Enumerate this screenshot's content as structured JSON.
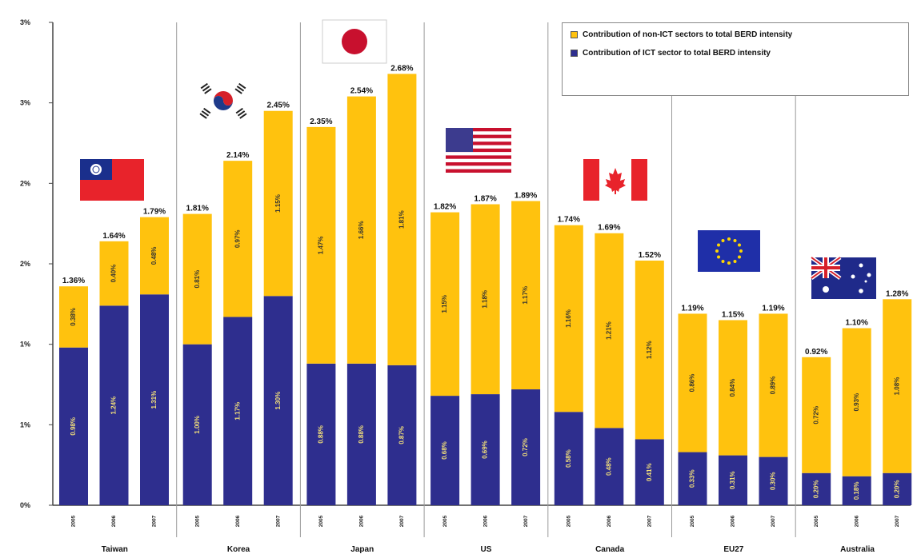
{
  "colors": {
    "ict": "#2E2E8E",
    "non_ict": "#FFC20E",
    "segment_label": "#F5E27A",
    "axis": "#444444",
    "divider": "#999999"
  },
  "chart_data": {
    "type": "bar",
    "stacked": true,
    "title": "",
    "xlabel": "",
    "ylabel": "",
    "ylim": [
      0,
      3
    ],
    "y_tick_labels": [
      "0%",
      "1%",
      "1%",
      "2%",
      "2%",
      "3%",
      "3%"
    ],
    "legend": {
      "position": "top-right",
      "entries": [
        {
          "key": "non_ict",
          "label": "Contribution of non-ICT sectors to total BERD intensity"
        },
        {
          "key": "ict",
          "label": "Contribution of ICT sector to total BERD intensity"
        }
      ]
    },
    "groups": [
      {
        "name": "Taiwan",
        "flag": "taiwan-flag",
        "bars": [
          {
            "year": "2005",
            "total": 1.36,
            "total_label": "1.36%",
            "ict": 0.98,
            "ict_label": "0.98%",
            "non_ict": 0.38,
            "non_ict_label": "0.38%"
          },
          {
            "year": "2006",
            "total": 1.64,
            "total_label": "1.64%",
            "ict": 1.24,
            "ict_label": "1.24%",
            "non_ict": 0.4,
            "non_ict_label": "0.40%"
          },
          {
            "year": "2007",
            "total": 1.79,
            "total_label": "1.79%",
            "ict": 1.31,
            "ict_label": "1.31%",
            "non_ict": 0.48,
            "non_ict_label": "0.48%"
          }
        ]
      },
      {
        "name": "Korea",
        "flag": "korea-flag",
        "bars": [
          {
            "year": "2005",
            "total": 1.81,
            "total_label": "1.81%",
            "ict": 1.0,
            "ict_label": "1.00%",
            "non_ict": 0.81,
            "non_ict_label": "0.81%"
          },
          {
            "year": "2006",
            "total": 2.14,
            "total_label": "2.14%",
            "ict": 1.17,
            "ict_label": "1.17%",
            "non_ict": 0.97,
            "non_ict_label": "0.97%"
          },
          {
            "year": "2007",
            "total": 2.45,
            "total_label": "2.45%",
            "ict": 1.3,
            "ict_label": "1.30%",
            "non_ict": 1.15,
            "non_ict_label": "1.15%"
          }
        ]
      },
      {
        "name": "Japan",
        "flag": "japan-flag",
        "bars": [
          {
            "year": "2005",
            "total": 2.35,
            "total_label": "2.35%",
            "ict": 0.88,
            "ict_label": "0.88%",
            "non_ict": 1.47,
            "non_ict_label": "1.47%"
          },
          {
            "year": "2006",
            "total": 2.54,
            "total_label": "2.54%",
            "ict": 0.88,
            "ict_label": "0.88%",
            "non_ict": 1.66,
            "non_ict_label": "1.66%"
          },
          {
            "year": "2007",
            "total": 2.68,
            "total_label": "2.68%",
            "ict": 0.87,
            "ict_label": "0.87%",
            "non_ict": 1.81,
            "non_ict_label": "1.81%"
          }
        ]
      },
      {
        "name": "US",
        "flag": "us-flag",
        "bars": [
          {
            "year": "2005",
            "total": 1.82,
            "total_label": "1.82%",
            "ict": 0.68,
            "ict_label": "0.68%",
            "non_ict": 1.15,
            "non_ict_label": "1.15%"
          },
          {
            "year": "2006",
            "total": 1.87,
            "total_label": "1.87%",
            "ict": 0.69,
            "ict_label": "0.69%",
            "non_ict": 1.18,
            "non_ict_label": "1.18%"
          },
          {
            "year": "2007",
            "total": 1.89,
            "total_label": "1.89%",
            "ict": 0.72,
            "ict_label": "0.72%",
            "non_ict": 1.17,
            "non_ict_label": "1.17%"
          }
        ]
      },
      {
        "name": "Canada",
        "flag": "canada-flag",
        "bars": [
          {
            "year": "2005",
            "total": 1.74,
            "total_label": "1.74%",
            "ict": 0.58,
            "ict_label": "0.58%",
            "non_ict": 1.16,
            "non_ict_label": "1.16%"
          },
          {
            "year": "2006",
            "total": 1.69,
            "total_label": "1.69%",
            "ict": 0.48,
            "ict_label": "0.48%",
            "non_ict": 1.21,
            "non_ict_label": "1.21%"
          },
          {
            "year": "2007",
            "total": 1.52,
            "total_label": "1.52%",
            "ict": 0.41,
            "ict_label": "0.41%",
            "non_ict": 1.12,
            "non_ict_label": "1.12%"
          }
        ]
      },
      {
        "name": "EU27",
        "flag": "eu-flag",
        "bars": [
          {
            "year": "2005",
            "total": 1.19,
            "total_label": "1.19%",
            "ict": 0.33,
            "ict_label": "0.33%",
            "non_ict": 0.86,
            "non_ict_label": "0.86%"
          },
          {
            "year": "2006",
            "total": 1.15,
            "total_label": "1.15%",
            "ict": 0.31,
            "ict_label": "0.31%",
            "non_ict": 0.84,
            "non_ict_label": "0.84%"
          },
          {
            "year": "2007",
            "total": 1.19,
            "total_label": "1.19%",
            "ict": 0.3,
            "ict_label": "0.30%",
            "non_ict": 0.89,
            "non_ict_label": "0.89%"
          }
        ]
      },
      {
        "name": "Australia",
        "flag": "australia-flag",
        "bars": [
          {
            "year": "2005",
            "total": 0.92,
            "total_label": "0.92%",
            "ict": 0.2,
            "ict_label": "0.20%",
            "non_ict": 0.72,
            "non_ict_label": "0.72%"
          },
          {
            "year": "2006",
            "total": 1.1,
            "total_label": "1.10%",
            "ict": 0.18,
            "ict_label": "0.18%",
            "non_ict": 0.93,
            "non_ict_label": "0.93%"
          },
          {
            "year": "2007",
            "total": 1.28,
            "total_label": "1.28%",
            "ict": 0.2,
            "ict_label": "0.20%",
            "non_ict": 1.08,
            "non_ict_label": "1.08%"
          }
        ]
      }
    ]
  }
}
